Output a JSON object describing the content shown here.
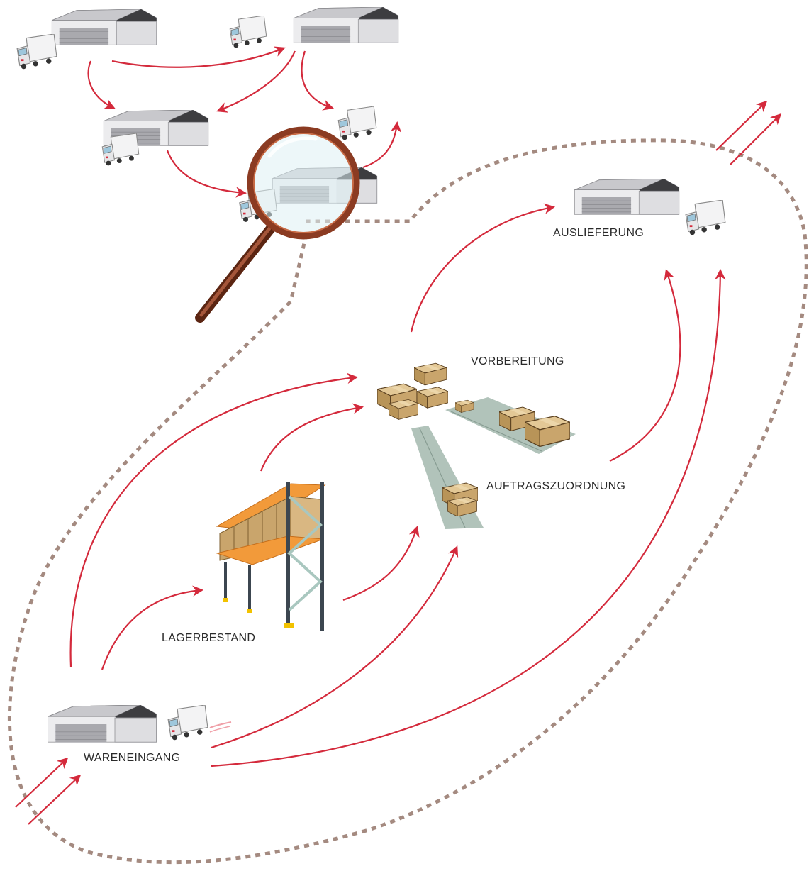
{
  "diagram": {
    "labels": {
      "auslieferung": "AUSLIEFERUNG",
      "vorbereitung": "VORBEREITUNG",
      "auftragszuordnung": "AUFTRAGSZUORDNUNG",
      "lagerbestand": "LAGERBESTAND",
      "wareneingang": "WARENEINGANG"
    },
    "colors": {
      "flow_arrow": "#d42a3c",
      "boundary": "#a48a80",
      "warehouse_wall": "#e9e9ea",
      "warehouse_roof": "#c9c9cc",
      "truck_body": "#f1f1f2",
      "box": "#c9a56c",
      "rack_orange": "#f29a3a",
      "rack_post": "#3c4650",
      "rack_brace": "#a9c7bf",
      "conveyor": "#a9bcb3",
      "magnifier_rim": "#8b3b22",
      "magnifier_glass": "#dff0f4"
    },
    "icons": [
      "warehouse-icon",
      "truck-icon",
      "magnifier-icon",
      "box-icon",
      "pallet-rack-icon",
      "conveyor-icon"
    ]
  }
}
